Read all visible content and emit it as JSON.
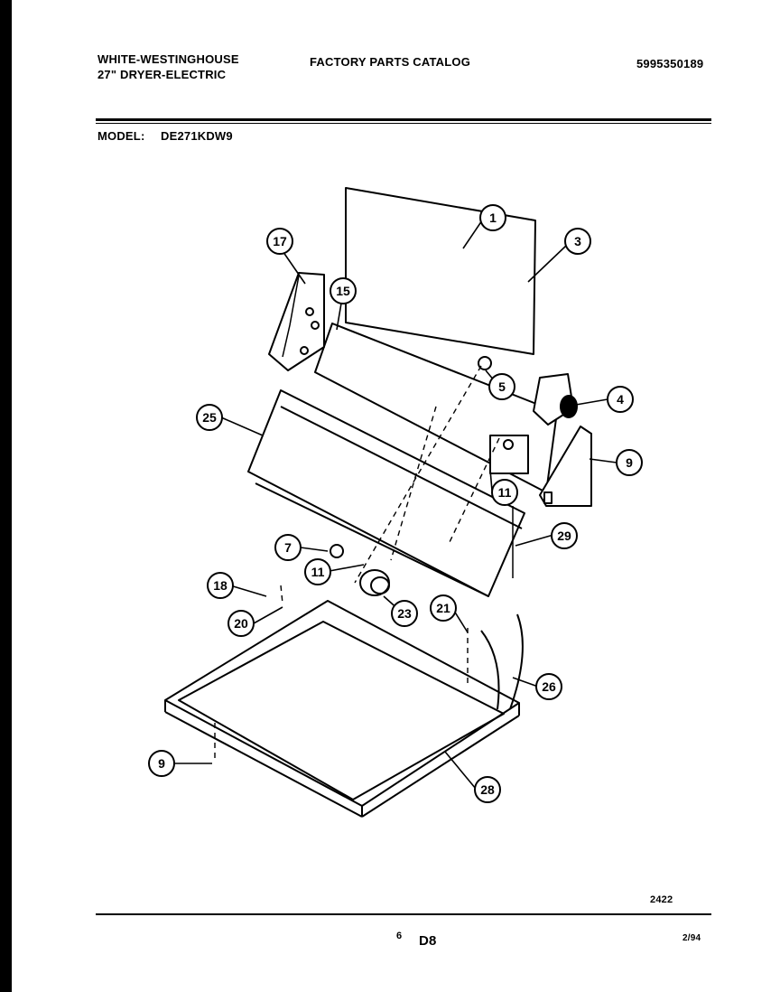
{
  "header": {
    "brand": "WHITE-WESTINGHOUSE",
    "product": "27\" DRYER-ELECTRIC",
    "catalog_title": "FACTORY PARTS CATALOG",
    "catalog_number": "5995350189",
    "model_label": "MODEL:",
    "model_value": "DE271KDW9"
  },
  "diagram": {
    "callouts": [
      "1",
      "3",
      "17",
      "15",
      "5",
      "4",
      "25",
      "9",
      "11",
      "29",
      "7",
      "11",
      "18",
      "20",
      "23",
      "21",
      "26",
      "9",
      "28"
    ]
  },
  "footer": {
    "drawing_code": "2422",
    "page_number": "6",
    "section": "D8",
    "date": "2/94"
  }
}
